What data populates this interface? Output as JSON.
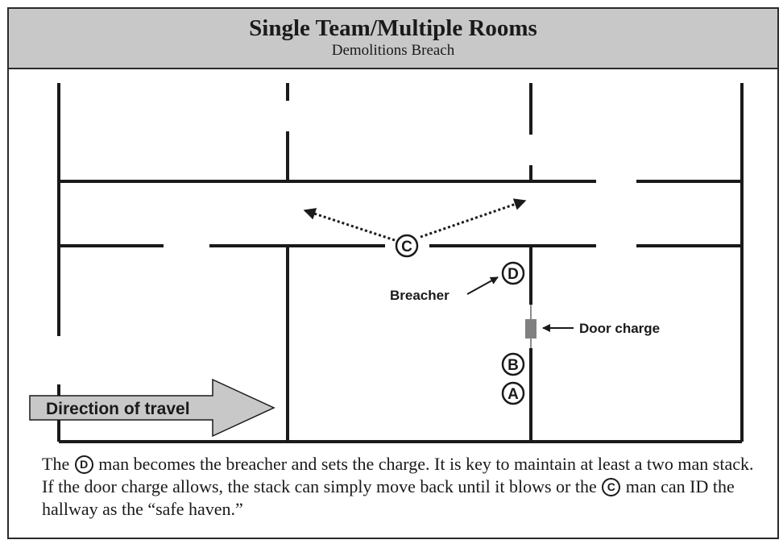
{
  "header": {
    "title": "Single Team/Multiple Rooms",
    "subtitle": "Demolitions Breach"
  },
  "diagram": {
    "markers": {
      "c": "C",
      "d": "D",
      "b": "B",
      "a": "A"
    },
    "labels": {
      "breacher": "Breacher",
      "door_charge": "Door charge",
      "direction": "Direction of travel"
    }
  },
  "caption": {
    "p1": "The ",
    "marker_d": "D",
    "p2": " man becomes the breacher and sets the charge. It is key to maintain at least a two man stack. If the door charge allows, the stack can simply move back until it blows or the ",
    "marker_c": "C",
    "p3": " man can ID the hallway as the “safe haven.”"
  },
  "colors": {
    "header_bg": "#c8c8c8",
    "wall": "#1a1a1a",
    "charge": "#808080",
    "arrow_fill": "#c8c8c8"
  }
}
